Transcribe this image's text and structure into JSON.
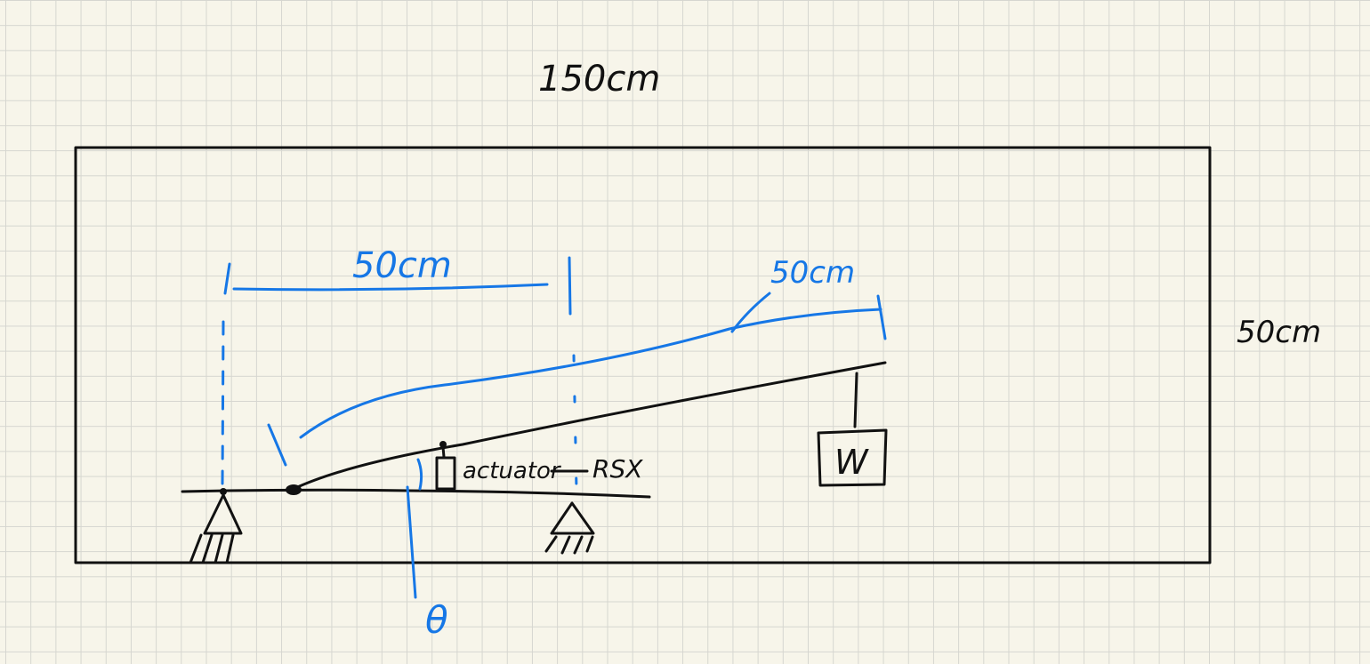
{
  "labels": {
    "box_width": "150cm",
    "box_height": "50cm",
    "fixed_span": "50cm",
    "arm_length": "50cm",
    "angle": "θ",
    "actuator": "actuator",
    "actuator_model": "RSX",
    "weight": "W"
  },
  "colors": {
    "paper": "#f7f5ea",
    "grid": "#d6d6d0",
    "black_ink": "#111111",
    "blue_ink": "#1677e6"
  }
}
